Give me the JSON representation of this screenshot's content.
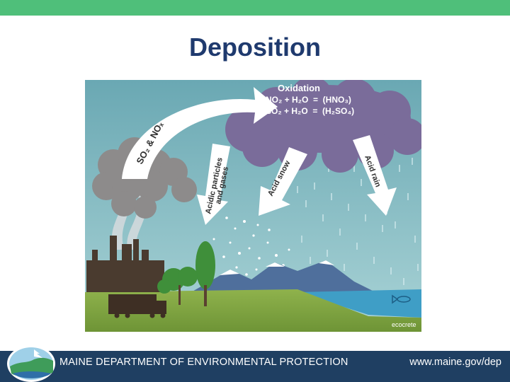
{
  "slide": {
    "title": "Deposition"
  },
  "diagram": {
    "arrow_emissions": "SO₂ & NOₓ",
    "oxidation_title": "Oxidation",
    "reaction_1": "NO₂ + H₂O  =  (HNO₃)",
    "reaction_2": "SO₂ + H₂O  =  (H₂SO₄)",
    "arrow_particles_line1": "Acidic particles",
    "arrow_particles_line2": "and gases",
    "arrow_snow": "Acid snow",
    "arrow_rain": "Acid rain",
    "credit": "ecocrete"
  },
  "footer": {
    "department": "MAINE DEPARTMENT OF ENVIRONMENTAL PROTECTION",
    "url": "www.maine.gov/dep"
  },
  "colors": {
    "accent_bar": "#4fbf7a",
    "title": "#1f3a6e",
    "footer": "#1f3f62"
  }
}
